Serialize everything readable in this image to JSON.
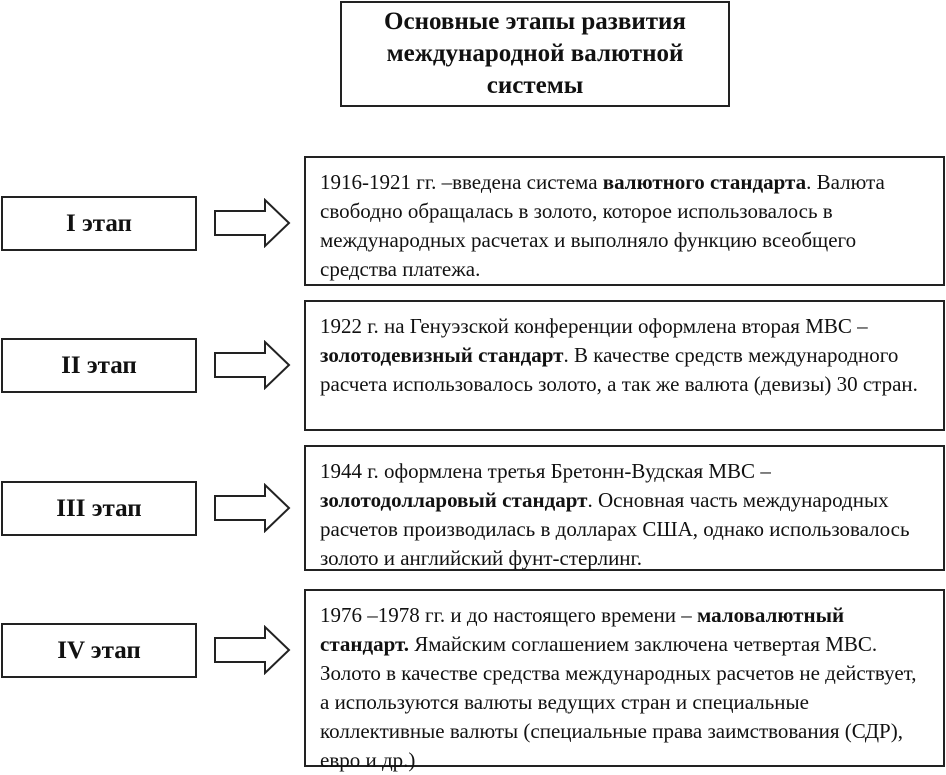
{
  "title": "Основные этапы развития международной валютной системы",
  "stages": [
    {
      "label": "I этап",
      "parts": [
        {
          "t": "1916-1921 гг. –введена система ",
          "b": false
        },
        {
          "t": "валютного стандарта",
          "b": true
        },
        {
          "t": ". Валюта свободно обращалась в золото, которое использовалось в международных расчетах и выполняло функцию всеобщего средства платежа.",
          "b": false
        }
      ]
    },
    {
      "label": "II этап",
      "parts": [
        {
          "t": "1922 г. на Генуэзской конференции оформлена вторая МВС – ",
          "b": false
        },
        {
          "t": "золотодевизный стандарт",
          "b": true
        },
        {
          "t": ". В качестве средств международного расчета использовалось золото, а так же валюта (девизы) 30 стран.",
          "b": false
        }
      ]
    },
    {
      "label": "III этап",
      "parts": [
        {
          "t": "1944 г. оформлена третья Бретонн-Вудская МВС – ",
          "b": false
        },
        {
          "t": "золотодолларовый стандарт",
          "b": true
        },
        {
          "t": ". Основная часть международных расчетов производилась в долларах США, однако использовалось золото и английский фунт-стерлинг.",
          "b": false
        }
      ]
    },
    {
      "label": "IV этап",
      "parts": [
        {
          "t": "1976 –1978 гг. и до настоящего времени – ",
          "b": false
        },
        {
          "t": "маловалютный стандарт.",
          "b": true
        },
        {
          "t": " Ямайским соглашением заключена четвертая МВС. Золото в качестве средства международных расчетов не действует, а используются валюты ведущих стран и специальные коллективные валюты (специальные права заимствования (СДР), евро и др.)",
          "b": false
        }
      ]
    }
  ]
}
